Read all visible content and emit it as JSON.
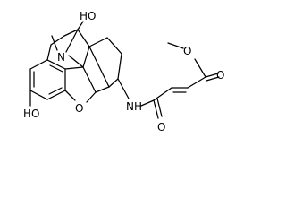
{
  "colors": {
    "background": "#ffffff",
    "bond": "#000000",
    "label": "#000000"
  },
  "atom_labels": {
    "ho_top": "HO",
    "n_bridge": "N",
    "o_ring": "O",
    "nh": "NH",
    "o_amide": "O",
    "o_ester_methoxy": "O",
    "o_ester_carbonyl": "O",
    "ho_phenol": "HO"
  }
}
